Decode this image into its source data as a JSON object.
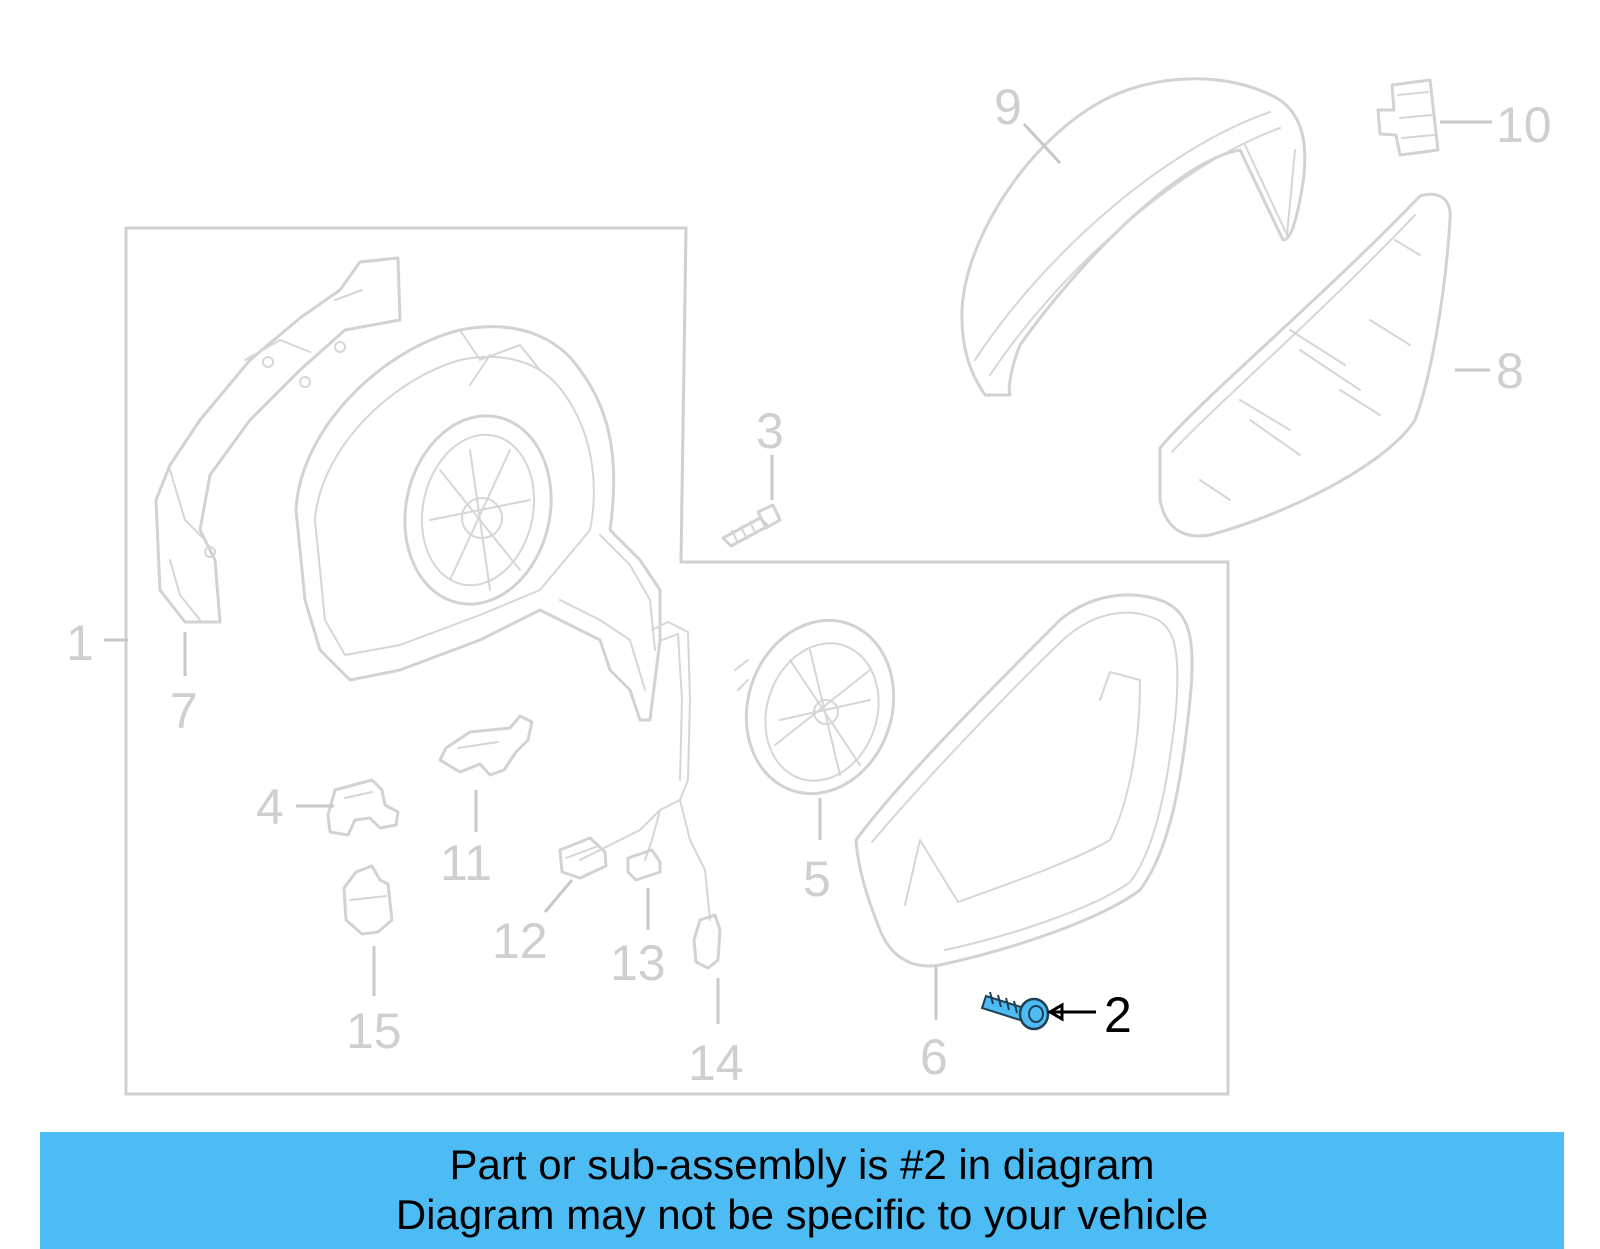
{
  "diagram": {
    "highlighted_part": "2",
    "colors": {
      "highlight": "#4dbcf4",
      "part_outline": "#d2d2d2",
      "callout_text": "#cfcfcf",
      "active_text": "#000000"
    },
    "callouts": [
      {
        "id": "c1",
        "label": "1"
      },
      {
        "id": "c2",
        "label": "2"
      },
      {
        "id": "c3",
        "label": "3"
      },
      {
        "id": "c4",
        "label": "4"
      },
      {
        "id": "c5",
        "label": "5"
      },
      {
        "id": "c6",
        "label": "6"
      },
      {
        "id": "c7",
        "label": "7"
      },
      {
        "id": "c8",
        "label": "8"
      },
      {
        "id": "c9",
        "label": "9"
      },
      {
        "id": "c10",
        "label": "10"
      },
      {
        "id": "c11",
        "label": "11"
      },
      {
        "id": "c12",
        "label": "12"
      },
      {
        "id": "c13",
        "label": "13"
      },
      {
        "id": "c14",
        "label": "14"
      },
      {
        "id": "c15",
        "label": "15"
      }
    ]
  },
  "banner": {
    "line1": "Part or sub-assembly is #2 in diagram",
    "line2": "Diagram may not be specific to your vehicle"
  }
}
